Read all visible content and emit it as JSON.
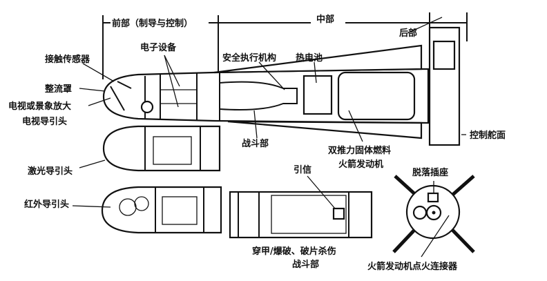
{
  "title": "missile cutaway diagram",
  "sections": {
    "front": "前部（制导与控制）",
    "middle": "中部",
    "rear": "后部"
  },
  "labels": {
    "contact_sensor": "接触传感器",
    "electronics": "电子设备",
    "safety_arming": "安全执行机构",
    "thermal_battery": "热电池",
    "fairing": "整流罩",
    "tv_magnifier": "电视或景象放大",
    "tv_seeker": "电视导引头",
    "warhead": "战斗部",
    "motor_line1": "双推力固体燃料",
    "motor_line2": "火箭发动机",
    "control_fin": "控制舵面",
    "laser_seeker": "激光导引头",
    "fuze": "引信",
    "umbilical": "脱落插座",
    "ir_seeker": "红外导引头",
    "alt_warhead_line1": "穿甲/爆破、破片杀伤",
    "alt_warhead_line2": "战斗部",
    "ignition_connector": "火箭发动机点火连接器"
  }
}
